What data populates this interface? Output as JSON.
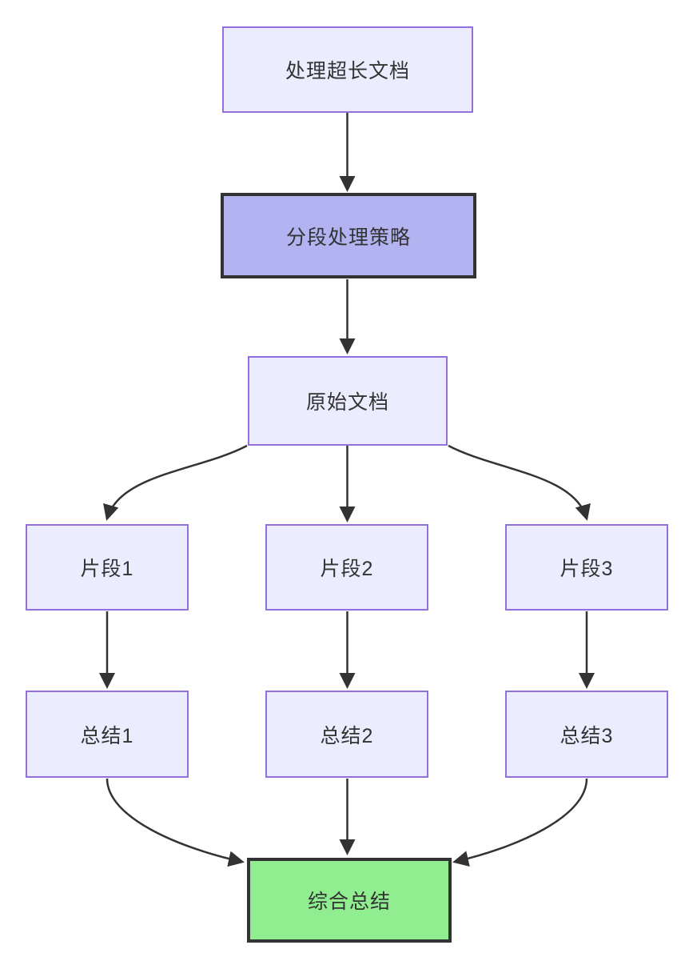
{
  "diagram": {
    "type": "flowchart",
    "direction": "top-down",
    "nodes": {
      "process_long_doc": {
        "label": "处理超长文档",
        "style": "default"
      },
      "segmentation_strategy": {
        "label": "分段处理策略",
        "style": "highlight"
      },
      "original_doc": {
        "label": "原始文档",
        "style": "default"
      },
      "fragment1": {
        "label": "片段1",
        "style": "default"
      },
      "fragment2": {
        "label": "片段2",
        "style": "default"
      },
      "fragment3": {
        "label": "片段3",
        "style": "default"
      },
      "summary1": {
        "label": "总结1",
        "style": "default"
      },
      "summary2": {
        "label": "总结2",
        "style": "default"
      },
      "summary3": {
        "label": "总结3",
        "style": "default"
      },
      "final_summary": {
        "label": "综合总结",
        "style": "final"
      }
    },
    "edges": [
      {
        "from": "process_long_doc",
        "to": "segmentation_strategy"
      },
      {
        "from": "segmentation_strategy",
        "to": "original_doc"
      },
      {
        "from": "original_doc",
        "to": "fragment1"
      },
      {
        "from": "original_doc",
        "to": "fragment2"
      },
      {
        "from": "original_doc",
        "to": "fragment3"
      },
      {
        "from": "fragment1",
        "to": "summary1"
      },
      {
        "from": "fragment2",
        "to": "summary2"
      },
      {
        "from": "fragment3",
        "to": "summary3"
      },
      {
        "from": "summary1",
        "to": "final_summary"
      },
      {
        "from": "summary2",
        "to": "final_summary"
      },
      {
        "from": "summary3",
        "to": "final_summary"
      }
    ],
    "colors": {
      "background": "#FFFFFF",
      "node_fill": "#ECECFF",
      "node_border": "#9370DB",
      "highlight_fill": "#B3B3F2",
      "highlight_border": "#333333",
      "final_fill": "#90EE90",
      "final_border": "#333333",
      "edge": "#333333",
      "text": "#333333"
    }
  }
}
